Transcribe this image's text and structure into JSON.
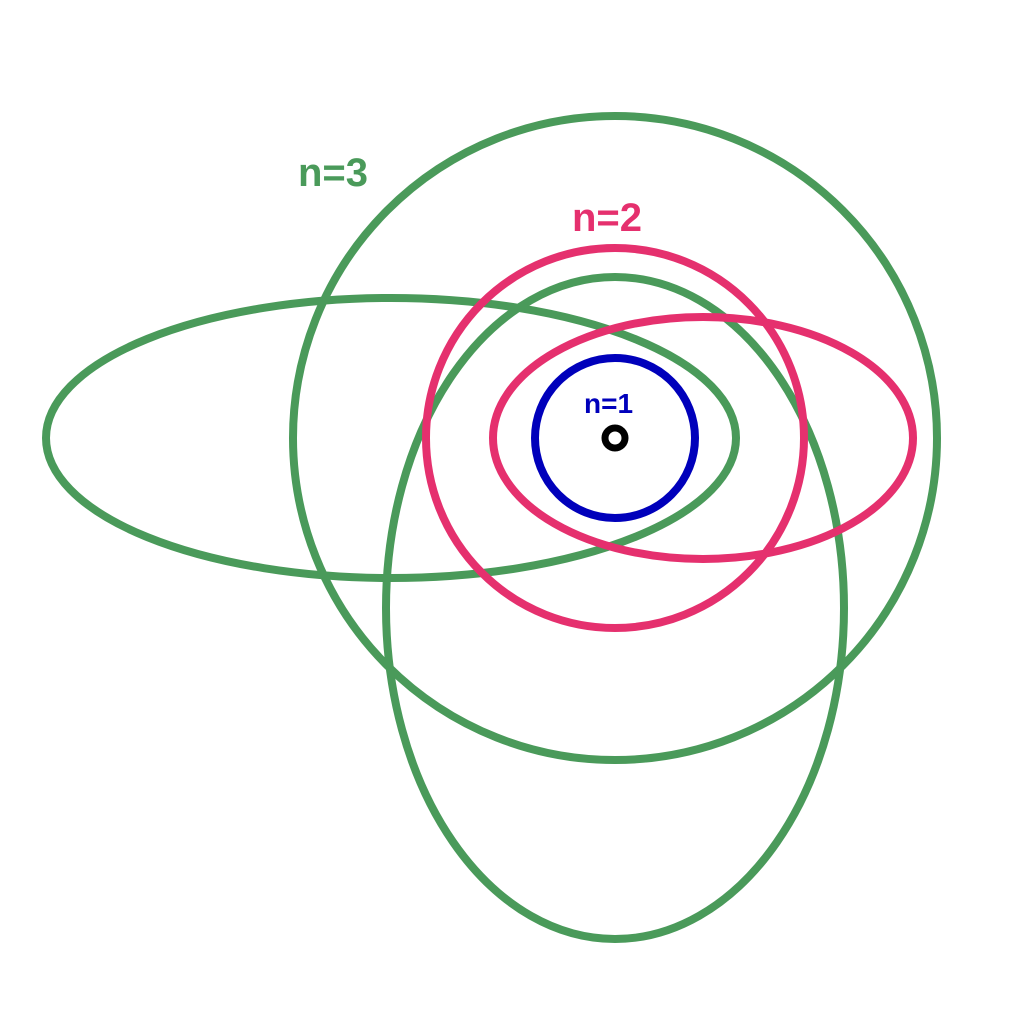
{
  "colors": {
    "n1": "#0000bb",
    "n2": "#e5306e",
    "n3": "#4a9a5a",
    "nucleus": "#000000"
  },
  "labels": {
    "n1": "n=1",
    "n2": "n=2",
    "n3": "n=3"
  }
}
